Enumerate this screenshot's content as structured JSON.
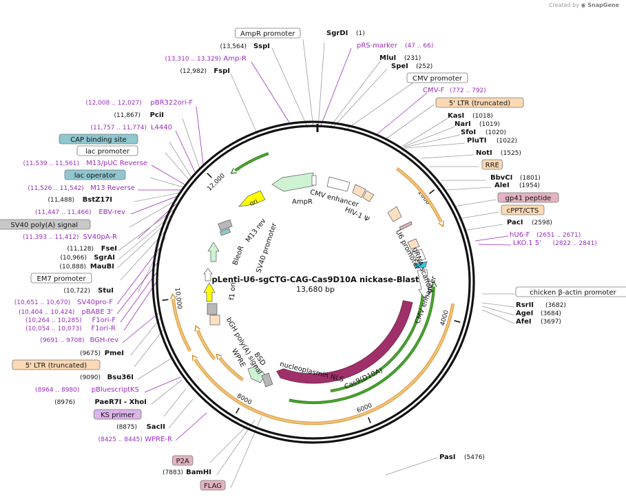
{
  "credit": {
    "prefix": "Created by",
    "brand": "SnapGene"
  },
  "plasmid": {
    "name": "pLenti-U6-sgCTG-CAG-Cas9D10A nickase-Blast",
    "size": "13,680 bp"
  },
  "ticks": [
    "2000",
    "4000",
    "6000",
    "8000",
    "10,000",
    "12,000"
  ],
  "colors": {
    "enzyme": "#000000",
    "primer": "#9a2bbf",
    "feature_box": "#ffffff",
    "line": "#9a9a9a"
  },
  "left_labels": [
    {
      "text": "AmpR promoter",
      "kind": "box",
      "fill": "#ffffff"
    },
    {
      "coord": "(13,564)",
      "text": "SspI",
      "kind": "enzyme"
    },
    {
      "coord": "(13,310 .. 13,329)",
      "text": "Amp-R",
      "kind": "primer"
    },
    {
      "coord": "(12,982)",
      "text": "FspI",
      "kind": "enzyme"
    },
    {
      "coord": "(12,008 .. 12,027)",
      "text": "pBR322ori-F",
      "kind": "primer"
    },
    {
      "coord": "(11,867)",
      "text": "PciI",
      "kind": "enzyme"
    },
    {
      "coord": "(11,757 .. 11,774)",
      "text": "L4440",
      "kind": "primer"
    },
    {
      "text": "CAP binding site",
      "kind": "box",
      "fill": "#8fc6cf"
    },
    {
      "text": "lac promoter",
      "kind": "box",
      "fill": "#ffffff"
    },
    {
      "coord": "(11,539 .. 11,561)",
      "text": "M13/pUC Reverse",
      "kind": "primer"
    },
    {
      "text": "lac operator",
      "kind": "box",
      "fill": "#8fc6cf"
    },
    {
      "coord": "(11,526 .. 11,542)",
      "text": "M13 Reverse",
      "kind": "primer"
    },
    {
      "coord": "(11,488)",
      "text": "BstZ17I",
      "kind": "enzyme"
    },
    {
      "coord": "(11,447 .. 11,466)",
      "text": "EBV-rev",
      "kind": "primer"
    },
    {
      "text": "SV40 poly(A) signal",
      "kind": "box",
      "fill": "#c8c8c8"
    },
    {
      "coord": "(11,393 .. 11,412)",
      "text": "SV40pA-R",
      "kind": "primer"
    },
    {
      "coord": "(11,128)",
      "text": "FseI",
      "kind": "enzyme"
    },
    {
      "coord": "(10,966)",
      "text": "SgrAI",
      "kind": "enzyme"
    },
    {
      "coord": "(10,888)",
      "text": "MauBI",
      "kind": "enzyme"
    },
    {
      "text": "EM7 promoter",
      "kind": "box",
      "fill": "#ffffff"
    },
    {
      "coord": "(10,722)",
      "text": "StuI",
      "kind": "enzyme"
    },
    {
      "coord": "(10,651 .. 10,670)",
      "text": "SV40pro-F",
      "kind": "primer"
    },
    {
      "coord": "(10,404 .. 10,424)",
      "text": "pBABE 3'",
      "kind": "primer"
    },
    {
      "coord": "(10,264 .. 10,285)",
      "text": "F1ori-F",
      "kind": "primer"
    },
    {
      "coord": "(10,054 .. 10,073)",
      "text": "F1ori-R",
      "kind": "primer"
    },
    {
      "coord": "(9691 .. 9708)",
      "text": "BGH-rev",
      "kind": "primer"
    },
    {
      "coord": "(9675)",
      "text": "PmeI",
      "kind": "enzyme"
    },
    {
      "text": "5' LTR (truncated)",
      "kind": "box",
      "fill": "#fbd9b4"
    },
    {
      "coord": "(9090)",
      "text": "Bsu36I",
      "kind": "enzyme"
    },
    {
      "coord": "(8964 .. 8980)",
      "text": "pBluescriptKS",
      "kind": "primer"
    },
    {
      "coord": "(8976)",
      "text": "PaeR7I  - XhoI",
      "kind": "enzyme"
    },
    {
      "text": "KS primer",
      "kind": "box",
      "fill": "#dcb4ea"
    },
    {
      "coord": "(8875)",
      "text": "SacII",
      "kind": "enzyme"
    },
    {
      "coord": "(8425 .. 8445)",
      "text": "WPRE-R",
      "kind": "primer"
    },
    {
      "text": "P2A",
      "kind": "box",
      "fill": "#e3b3c1"
    },
    {
      "coord": "(7883)",
      "text": "BamHI",
      "kind": "enzyme"
    },
    {
      "text": "FLAG",
      "kind": "box",
      "fill": "#e3b3c1"
    }
  ],
  "right_labels": [
    {
      "text": "SgrDI",
      "coord": "(1)",
      "kind": "enzyme"
    },
    {
      "text": "pRS-marker",
      "coord": "(47 .. 66)",
      "kind": "primer"
    },
    {
      "text": "MluI",
      "coord": "(231)",
      "kind": "enzyme"
    },
    {
      "text": "SpeI",
      "coord": "(252)",
      "kind": "enzyme"
    },
    {
      "text": "CMV promoter",
      "kind": "box",
      "fill": "#ffffff"
    },
    {
      "text": "CMV-F",
      "coord": "(772 .. 792)",
      "kind": "primer"
    },
    {
      "text": "5' LTR (truncated)",
      "kind": "box",
      "fill": "#fbd9b4"
    },
    {
      "text": "KasI",
      "coord": "(1018)",
      "kind": "enzyme"
    },
    {
      "text": "NarI",
      "coord": "(1019)",
      "kind": "enzyme"
    },
    {
      "text": "SfoI",
      "coord": "(1020)",
      "kind": "enzyme"
    },
    {
      "text": "PluTI",
      "coord": "(1022)",
      "kind": "enzyme"
    },
    {
      "text": "NotI",
      "coord": "(1525)",
      "kind": "enzyme"
    },
    {
      "text": "RRE",
      "kind": "box",
      "fill": "#fbd9b4"
    },
    {
      "text": "BbvCI",
      "coord": "(1801)",
      "kind": "enzyme"
    },
    {
      "text": "AleI",
      "coord": "(1954)",
      "kind": "enzyme"
    },
    {
      "text": "gp41 peptide",
      "kind": "box",
      "fill": "#e3b3c1"
    },
    {
      "text": "cPPT/CTS",
      "kind": "box",
      "fill": "#fbd9b4"
    },
    {
      "text": "PacI",
      "coord": "(2598)",
      "kind": "enzyme"
    },
    {
      "text": "hU6-F",
      "coord": "(2651 .. 2671)",
      "kind": "primer"
    },
    {
      "text": "LKO.1 5'",
      "coord": "(2822 .. 2841)",
      "kind": "primer"
    },
    {
      "text": "chicken β-actin promoter",
      "kind": "box",
      "fill": "#ffffff"
    },
    {
      "text": "RsrII",
      "coord": "(3682)",
      "kind": "enzyme"
    },
    {
      "text": "AgeI",
      "coord": "(3684)",
      "kind": "enzyme"
    },
    {
      "text": "AfeI",
      "coord": "(3697)",
      "kind": "enzyme"
    },
    {
      "text": "PasI",
      "coord": "(5476)",
      "kind": "enzyme"
    }
  ],
  "inner_labels": [
    "ori",
    "AmpR",
    "CMV enhancer",
    "HIV-1 Ψ",
    "U6 promoter",
    "gRNA scaffold",
    "CMV enhancer",
    "M13 rev",
    "BleoR",
    "SV40 promoter",
    "f1 ori",
    "bGH poly(A) signal",
    "WPRE",
    "BSD",
    "nucleoplasmin NLS",
    "Cas9(D10A)"
  ],
  "feature_colors": {
    "orange": "#f2c27a",
    "orange_edge": "#d08a1e",
    "green": "#4aa52e",
    "green_edge": "#2e7a1a",
    "yellow": "#ffff00",
    "cas9": "#a0306a",
    "cyan": "#35c7d8",
    "pink": "#e2b2b8",
    "light_green": "#cdf3d2",
    "peach": "#fde0c2",
    "gray": "#b8b8b8"
  }
}
